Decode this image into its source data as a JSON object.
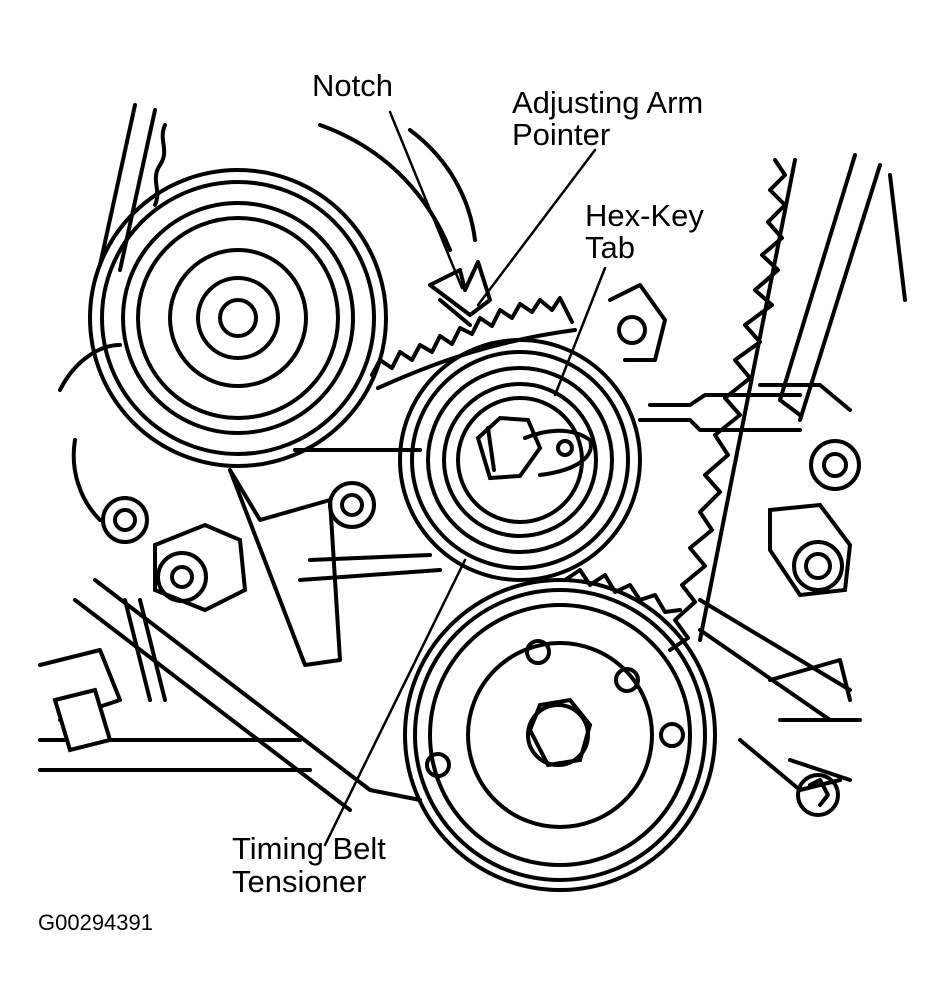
{
  "labels": {
    "notch": "Notch",
    "adjusting_arm_pointer_line1": "Adjusting Arm",
    "adjusting_arm_pointer_line2": "Pointer",
    "hex_key_tab_line1": "Hex-Key",
    "hex_key_tab_line2": "Tab",
    "timing_belt_tensioner_line1": "Timing Belt",
    "timing_belt_tensioner_line2": "Tensioner"
  },
  "figure_id": "G00294391"
}
